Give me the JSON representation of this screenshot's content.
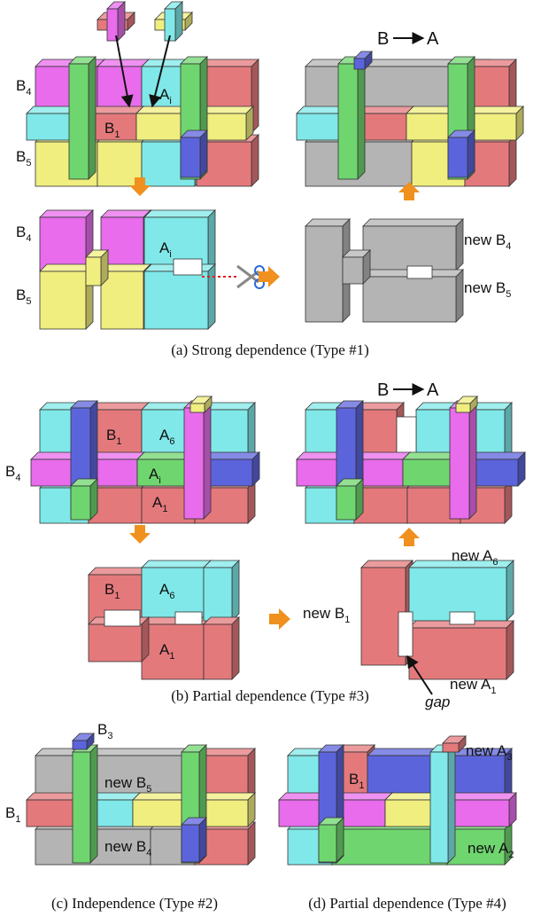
{
  "colors": {
    "magenta": "#e86cec",
    "red": "#e4797c",
    "yellow": "#f0ee7e",
    "cyan": "#80e8e8",
    "green": "#6fd66f",
    "blue": "#5c64dc",
    "gray": "#b4b4b4",
    "orange": "#f0901e"
  },
  "panel_a": {
    "labels": {
      "b4": "B",
      "b4_sub": "4",
      "b5": "B",
      "b5_sub": "5",
      "b1": "B",
      "b1_sub": "1",
      "ai": "A",
      "ai_sub": "i"
    },
    "relation": {
      "left": "B",
      "right": "A"
    },
    "new_labels": {
      "nb4": "new B",
      "nb4_sub": "4",
      "nb5": "new B",
      "nb5_sub": "5"
    },
    "caption": "(a) Strong dependence (Type #1)"
  },
  "panel_b": {
    "labels": {
      "b1": "B",
      "b1_sub": "1",
      "a6": "A",
      "a6_sub": "6",
      "ai": "A",
      "ai_sub": "i",
      "a1": "A",
      "a1_sub": "1",
      "b4": "B",
      "b4_sub": "4"
    },
    "relation": {
      "left": "B",
      "right": "A"
    },
    "new_labels": {
      "na6": "new A",
      "na6_sub": "6",
      "nb1": "new B",
      "nb1_sub": "1",
      "na1": "new A",
      "na1_sub": "1",
      "gap": "gap"
    },
    "caption": "(b) Partial dependence (Type #3)"
  },
  "panel_c": {
    "labels": {
      "b3": "B",
      "b3_sub": "3",
      "nb5": "new B",
      "nb5_sub": "5",
      "b1": "B",
      "b1_sub": "1",
      "nb4": "new B",
      "nb4_sub": "4"
    },
    "caption": "(c) Independence (Type #2)"
  },
  "panel_d": {
    "labels": {
      "na3": "new A",
      "na3_sub": "3",
      "b1": "B",
      "b1_sub": "1",
      "na2": "new A",
      "na2_sub": "2"
    },
    "caption": "(d) Partial dependence (Type #4)"
  }
}
